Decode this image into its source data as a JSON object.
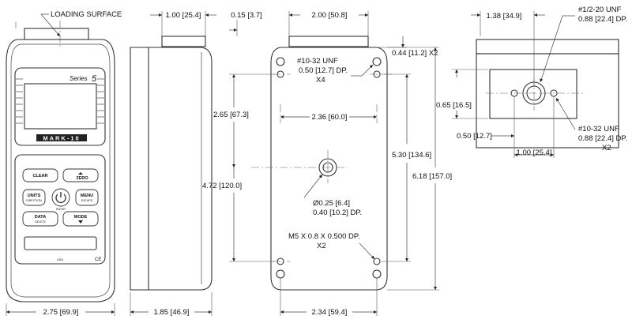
{
  "front_view": {
    "loading_surface_label": "LOADING SURFACE",
    "series_label": "Series",
    "series_number": "5",
    "brand": "MARK-10",
    "buttons": {
      "clear": "CLEAR",
      "zero": "ZERO",
      "units": "UNITS",
      "units_sub": "DIRECTION",
      "menu": "MENU",
      "menu_sub": "ESCAPE",
      "enter": "ENTER",
      "data": "DATA",
      "data_sub": "DELETE",
      "mode": "MODE"
    },
    "usa_mark": "USA",
    "ce_mark": "CE",
    "width_dim": "2.75 [69.9]"
  },
  "side_view": {
    "top_dim": "1.00 [25.4]",
    "depth_dim": "1.85 [46.9]"
  },
  "back_view": {
    "offset_dim": "0.15 [3.7]",
    "top_dim": "2.00 [50.8]",
    "edge_dim": "0.44 [11.2] X2",
    "hole_callout_line1": "#10-32 UNF",
    "hole_callout_line2": "0.50 [12.7] DP.",
    "hole_callout_line3": "X4",
    "inner_height_dim": "2.65 [67.3]",
    "inner_width_dim": "2.36 [60.0]",
    "center_hole_line1": "Ø0.25 [6.4]",
    "center_hole_line2": "0.40 [10.2] DP.",
    "hole_pitch_dim": "5.30 [134.6]",
    "overall_height_dim": "6.18 [157.0]",
    "left_height_dim": "4.72 [120.0]",
    "m5_line1": "M5 X 0.8 X 0.500 DP.",
    "m5_line2": "X2",
    "bottom_width_dim": "2.34 [59.4]"
  },
  "top_view": {
    "width_dim": "1.38 [34.9]",
    "thread_line1": "#1/2-20 UNF",
    "thread_line2": "0.88 [22.4] DP.",
    "height_dim": "0.65 [16.5]",
    "offset_dim": "0.50 [12.7]",
    "hole_callout_line1": "#10-32 UNF",
    "hole_callout_line2": "0.88 [22.4] DP.",
    "hole_callout_line3": "X2",
    "spacing_dim": "1.00 [25.4]"
  }
}
